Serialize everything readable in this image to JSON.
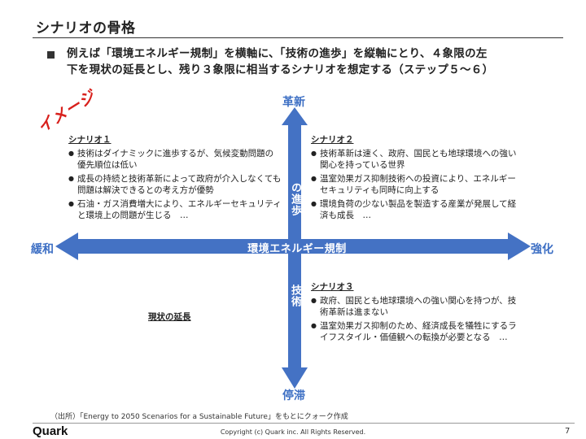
{
  "slide": {
    "title": "シナリオの骨格",
    "intro_line1": "例えば「環境エネルギー規制」を横軸に、「技術の進歩」を縦軸にとり、４象限の左",
    "intro_line2": "下を現状の延長とし、残り３象限に相当するシナリオを想定する（ステップ５～６）",
    "image_tag": "イメージ"
  },
  "axes": {
    "top": "革新",
    "bottom": "停滞",
    "left": "緩和",
    "right": "強化",
    "horizontal_label": "環境エネルギー規制",
    "vertical_label_upper": "の進歩",
    "vertical_label_lower": "技術"
  },
  "quadrants": {
    "q1": {
      "title": "シナリオ１",
      "items": [
        "技術はダイナミックに進歩するが、気候変動問題の優先順位は低い",
        "成長の持続と技術革新によって政府が介入しなくても問題は解決できるとの考え方が優勢",
        "石油・ガス消費増大により、エネルギーセキュリティと環境上の問題が生じる　…"
      ]
    },
    "q2": {
      "title": "シナリオ２",
      "items": [
        "技術革新は速く、政府、国民とも地球環境への強い関心を持っている世界",
        "温室効果ガス抑制技術への投資により、エネルギーセキュリティも同時に向上する",
        "環境負荷の少ない製品を製造する産業が発展して経済も成長　…"
      ]
    },
    "q3": {
      "title": "シナリオ３",
      "items": [
        "政府、国民とも地球環境への強い関心を持つが、技術革新は進まない",
        "温室効果ガス抑制のため、経済成長を犠牲にするライフスタイル・価値観への転換が必要となる　…"
      ]
    },
    "status_quo": "現状の延長"
  },
  "footer": {
    "source": "（出所）「Energy to 2050 Scenarios for a Sustainable Future」をもとにクォーク作成",
    "logo": "Quark",
    "copyright": "Copyright (c) Quark inc. All Rights Reserved.",
    "page": "7"
  },
  "colors": {
    "arrow": "#4472c4",
    "axis_text": "#3d6fc4",
    "image_tag": "#d8201c"
  }
}
